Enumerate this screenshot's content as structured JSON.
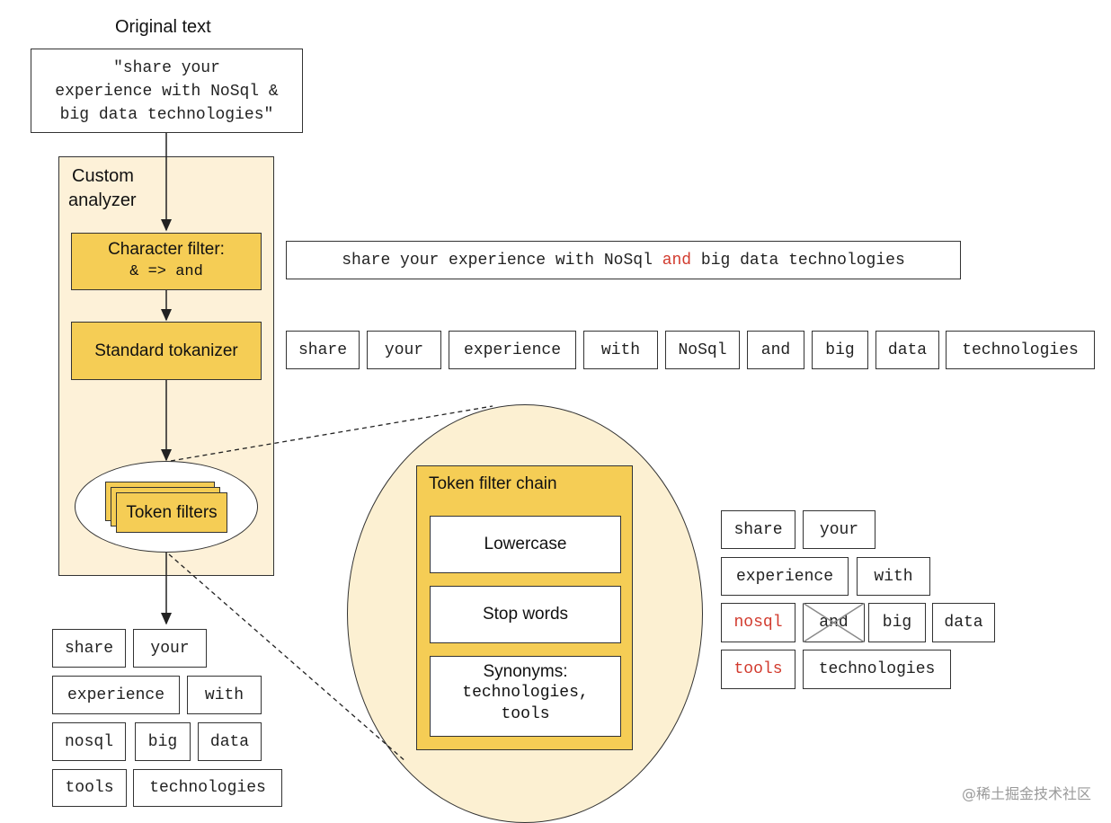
{
  "original": {
    "heading": "Original text",
    "line1": "\"share your",
    "line2": "experience with NoSql &",
    "line3": "big data technologies\""
  },
  "analyzer": {
    "title_line1": "Custom",
    "title_line2": "analyzer",
    "char_filter_label": "Character filter:",
    "char_filter_rule": "& => and",
    "tokenizer_label": "Standard tokanizer",
    "token_filters_label": "Token filters"
  },
  "char_filter_output": {
    "part1": "share your experience with NoSql ",
    "highlight": "and",
    "part2": " big data technologies"
  },
  "tokenizer_output": [
    "share",
    "your",
    "experience",
    "with",
    "NoSql",
    "and",
    "big",
    "data",
    "technologies"
  ],
  "token_filter_chain": {
    "title": "Token filter chain",
    "lowercase": "Lowercase",
    "stop_words": "Stop words",
    "synonyms_label": "Synonyms:",
    "synonyms_line1": "technologies,",
    "synonyms_line2": "tools"
  },
  "filtered_tokens": {
    "row1": [
      "share",
      "your"
    ],
    "row2": [
      "experience",
      "with"
    ],
    "row3": [
      "nosql",
      "and",
      "big",
      "data"
    ],
    "row4": [
      "tools",
      "technologies"
    ],
    "removed": "and"
  },
  "final_tokens": {
    "row1": [
      "share",
      "your"
    ],
    "row2": [
      "experience",
      "with"
    ],
    "row3": [
      "nosql",
      "big",
      "data"
    ],
    "row4": [
      "tools",
      "technologies"
    ]
  },
  "watermark": "@稀土掘金技术社区",
  "colors": {
    "highlight": "#d23b2e",
    "yellow": "#f5cd55",
    "analyzer_bg": "#fdf1d8",
    "lens_bg": "#fcf0d2"
  }
}
